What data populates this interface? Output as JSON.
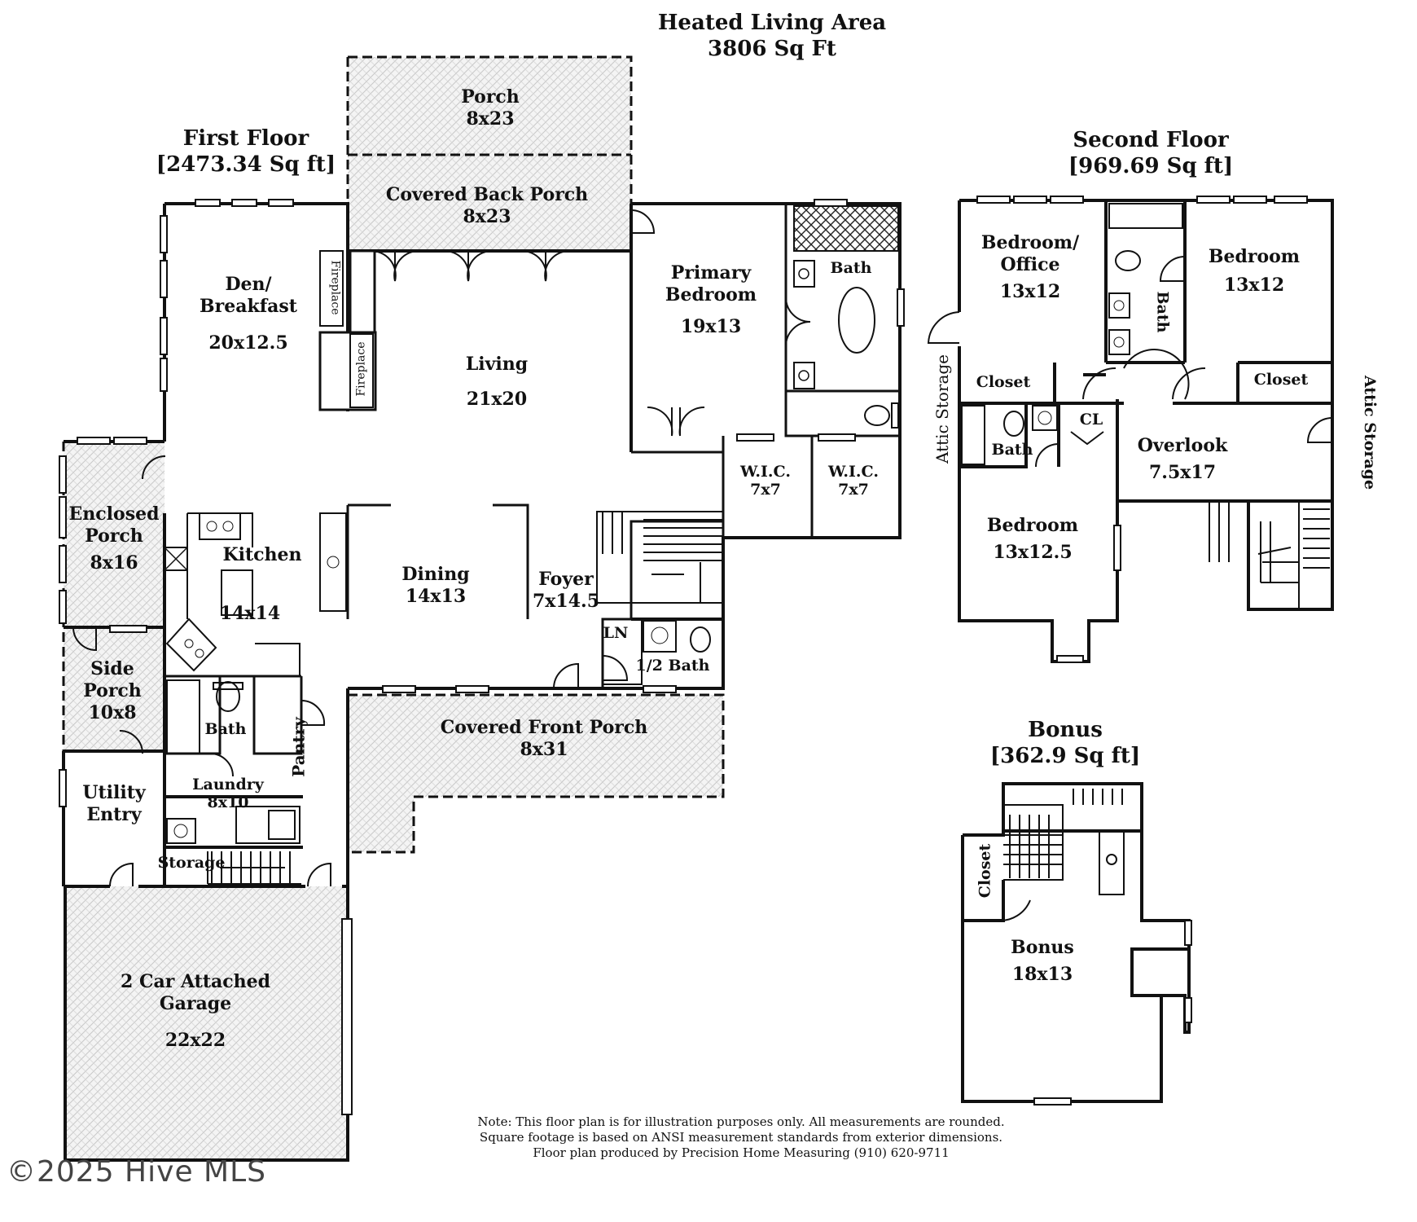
{
  "header": {
    "title": "Heated Living Area",
    "area": "3806 Sq Ft"
  },
  "floors": {
    "first": {
      "name": "First Floor",
      "area": "[2473.34 Sq ft]"
    },
    "second": {
      "name": "Second Floor",
      "area": "[969.69 Sq ft]"
    },
    "bonus": {
      "name": "Bonus",
      "area": "[362.9 Sq ft]"
    }
  },
  "rooms": {
    "porch": {
      "name": "Porch",
      "dim": "8x23"
    },
    "covered_back_porch": {
      "name": "Covered Back Porch",
      "dim": "8x23"
    },
    "den": {
      "name": "Den/\nBreakfast",
      "dim": "20x12.5"
    },
    "living": {
      "name": "Living",
      "dim": "21x20"
    },
    "primary_bedroom": {
      "name": "Primary\nBedroom",
      "dim": "19x13"
    },
    "primary_bath": {
      "name": "Bath"
    },
    "wic1": {
      "name": "W.I.C.",
      "dim": "7x7"
    },
    "wic2": {
      "name": "W.I.C.",
      "dim": "7x7"
    },
    "enclosed_porch": {
      "name": "Enclosed\nPorch",
      "dim": "8x16"
    },
    "kitchen": {
      "name": "Kitchen",
      "dim": "14x14"
    },
    "dining": {
      "name": "Dining",
      "dim": "14x13"
    },
    "foyer": {
      "name": "Foyer",
      "dim": "7x14.5"
    },
    "ln": {
      "name": "LN"
    },
    "half_bath": {
      "name": "1/2  Bath"
    },
    "side_porch": {
      "name": "Side\nPorch",
      "dim": "10x8"
    },
    "first_bath": {
      "name": "Bath"
    },
    "pantry": {
      "name": "Pantry"
    },
    "covered_front_porch": {
      "name": "Covered Front Porch",
      "dim": "8x31"
    },
    "utility_entry": {
      "name": "Utility\nEntry"
    },
    "laundry": {
      "name": "Laundry",
      "dim": "8x10"
    },
    "storage": {
      "name": "Storage"
    },
    "garage": {
      "name": "2 Car Attached\nGarage",
      "dim": "22x22"
    },
    "fireplace1": {
      "name": "Fireplace"
    },
    "fireplace2": {
      "name": "Fireplace"
    },
    "bedroom_office": {
      "name": "Bedroom/\nOffice",
      "dim": "13x12"
    },
    "bedroom_ne": {
      "name": "Bedroom",
      "dim": "13x12"
    },
    "second_bath_a": {
      "name": "Bath"
    },
    "closet_a": {
      "name": "Closet"
    },
    "closet_b": {
      "name": "Closet"
    },
    "second_bath_b": {
      "name": "Bath"
    },
    "cl": {
      "name": "CL"
    },
    "overlook": {
      "name": "Overlook",
      "dim": "7.5x17"
    },
    "bedroom_sw": {
      "name": "Bedroom",
      "dim": "13x12.5"
    },
    "attic_left": {
      "name": "Attic Storage"
    },
    "attic_right": {
      "name": "Attic Storage"
    },
    "bonus_closet": {
      "name": "Closet"
    },
    "bonus_room": {
      "name": "Bonus",
      "dim": "18x13"
    }
  },
  "note": {
    "line1": "Note: This floor plan is for illustration purposes only. All measurements are rounded.",
    "line2": "Square footage is based on ANSI measurement standards from exterior dimensions.",
    "line3": "Floor plan produced by Precision Home Measuring (910) 620-9711"
  },
  "watermark": "©2025 Hive MLS"
}
